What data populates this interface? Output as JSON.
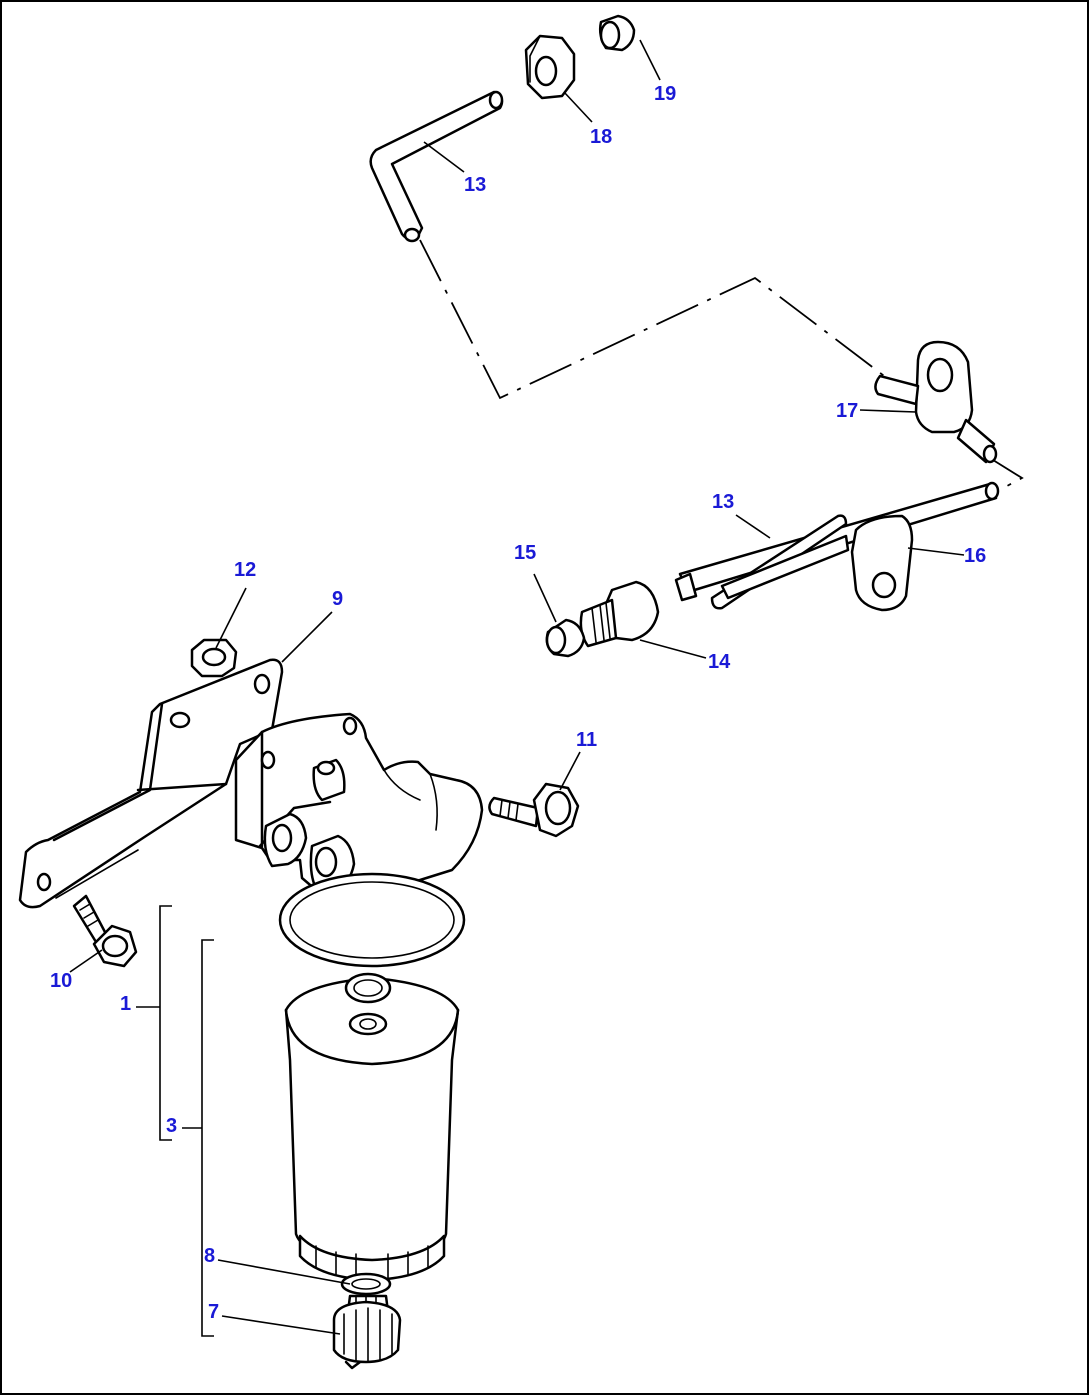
{
  "callouts": {
    "c1": "1",
    "c3": "3",
    "c7": "7",
    "c8": "8",
    "c9": "9",
    "c10": "10",
    "c11": "11",
    "c12": "12",
    "c13a": "13",
    "c13b": "13",
    "c14": "14",
    "c15": "15",
    "c16": "16",
    "c17": "17",
    "c18": "18",
    "c19": "19"
  },
  "colors": {
    "callout": "#1a1ad6",
    "line": "#000000",
    "background": "#ffffff"
  }
}
